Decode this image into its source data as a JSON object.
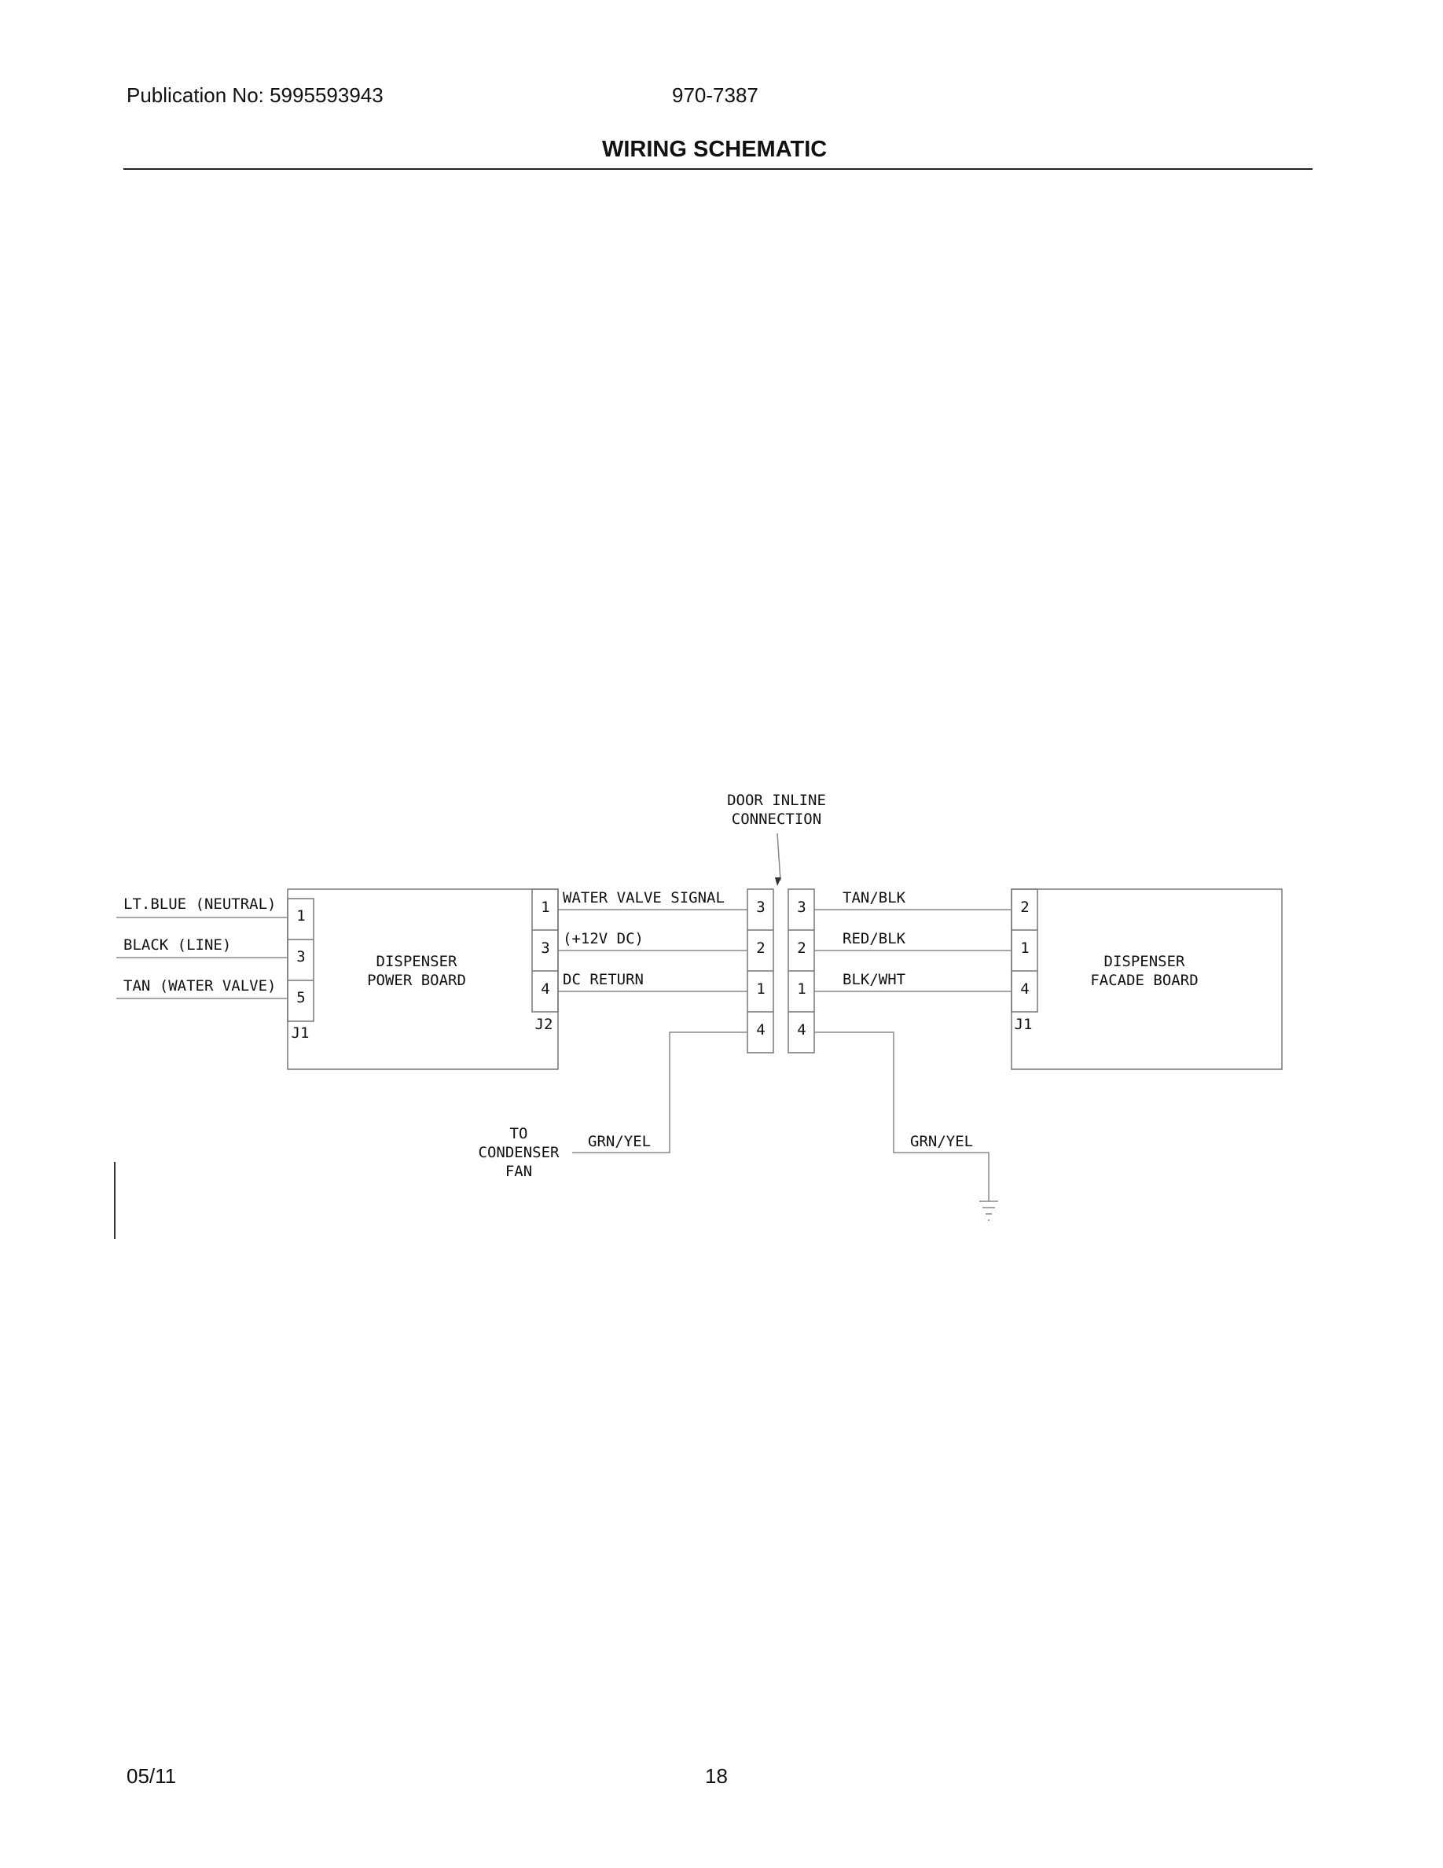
{
  "header": {
    "publication": "Publication No: 5995593943",
    "model": "970-7387",
    "title": "WIRING SCHEMATIC"
  },
  "footer": {
    "date": "05/11",
    "page": "18"
  },
  "diagram": {
    "door_inline_label": [
      "DOOR INLINE",
      "CONNECTION"
    ],
    "power_board": {
      "label": [
        "DISPENSER",
        "POWER BOARD"
      ],
      "j1_label": "J1",
      "j1_pins": [
        "1",
        "3",
        "5"
      ],
      "j2_label": "J2",
      "j2_pins": [
        "1",
        "3",
        "4"
      ]
    },
    "facade_board": {
      "label": [
        "DISPENSER",
        "FACADE BOARD"
      ],
      "j1_label": "J1",
      "j1_pins": [
        "2",
        "1",
        "4"
      ]
    },
    "inline_left_pins": [
      "3",
      "2",
      "1",
      "4"
    ],
    "inline_right_pins": [
      "3",
      "2",
      "1",
      "4"
    ],
    "input_wires": [
      "LT.BLUE (NEUTRAL)",
      "BLACK (LINE)",
      "TAN (WATER VALVE)"
    ],
    "mid_wires": [
      "WATER VALVE SIGNAL",
      "(+12V DC)",
      "DC RETURN"
    ],
    "right_wires": [
      "TAN/BLK",
      "RED/BLK",
      "BLK/WHT"
    ],
    "ground_left_label": "GRN/YEL",
    "ground_right_label": "GRN/YEL",
    "condenser_label": [
      "TO",
      "CONDENSER",
      "FAN"
    ]
  }
}
